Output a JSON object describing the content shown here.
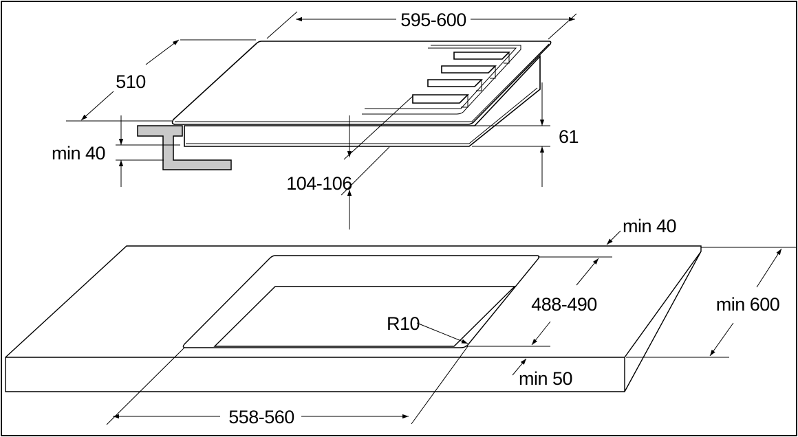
{
  "diagram": {
    "dimensions": {
      "top_width": "595-600",
      "top_depth": "510",
      "support_min": "min 40",
      "total_height": "104-106",
      "hob_height": "61",
      "edge_back": "min 40",
      "cutout_depth": "488-490",
      "worktop_depth": "min 600",
      "corner_radius": "R10",
      "edge_front": "min 50",
      "cutout_width": "558-560"
    }
  }
}
